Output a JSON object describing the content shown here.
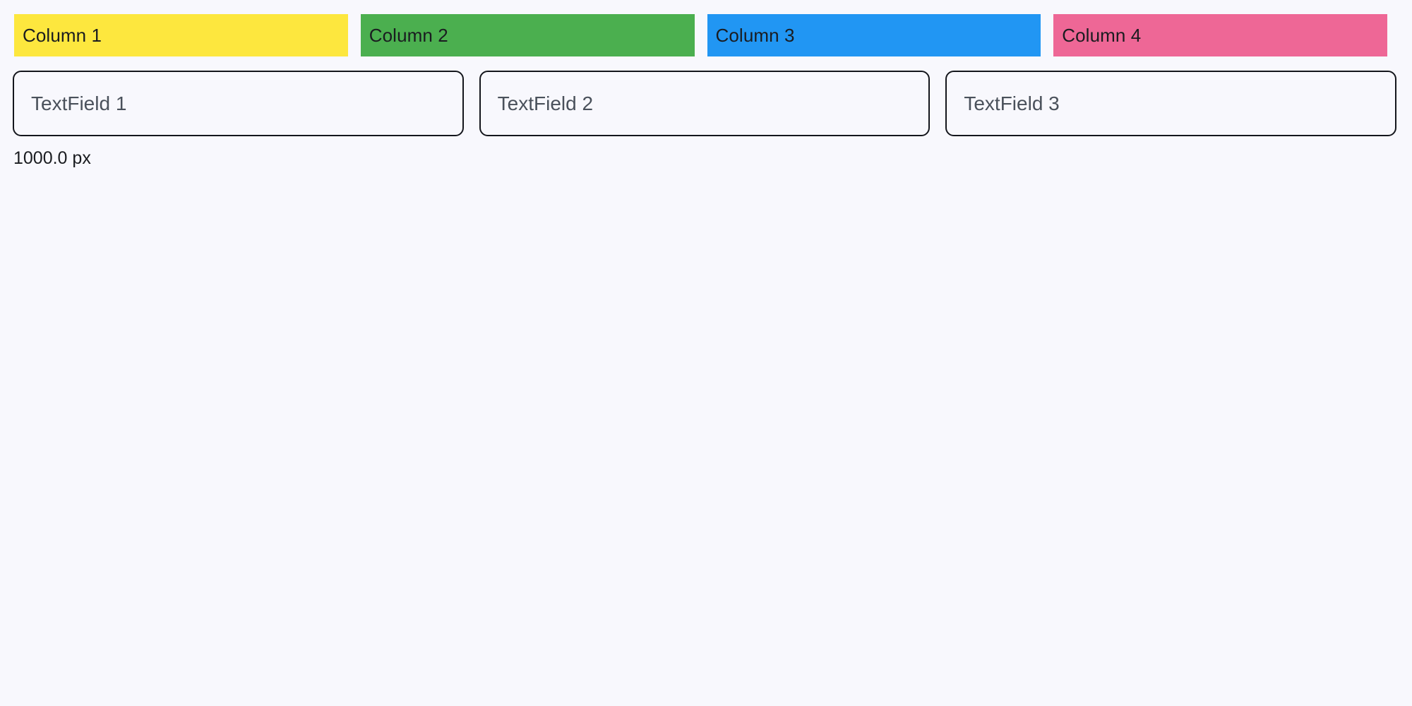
{
  "background_color": "#f8f8fd",
  "columns": {
    "items": [
      {
        "label": "Column 1",
        "color": "#fde73e",
        "text_color": "#1a1c20"
      },
      {
        "label": "Column 2",
        "color": "#4baf4f",
        "text_color": "#1a1c20"
      },
      {
        "label": "Column 3",
        "color": "#2196f3",
        "text_color": "#1a1c20"
      },
      {
        "label": "Column 4",
        "color": "#ee6796",
        "text_color": "#1a1c20"
      }
    ]
  },
  "textfields": {
    "items": [
      {
        "placeholder": "TextField 1",
        "value": ""
      },
      {
        "placeholder": "TextField 2",
        "value": ""
      },
      {
        "placeholder": "TextField 3",
        "value": ""
      }
    ],
    "border_color": "#14161c",
    "placeholder_color": "#4a515b"
  },
  "status": {
    "size_readout": "1000.0 px"
  }
}
